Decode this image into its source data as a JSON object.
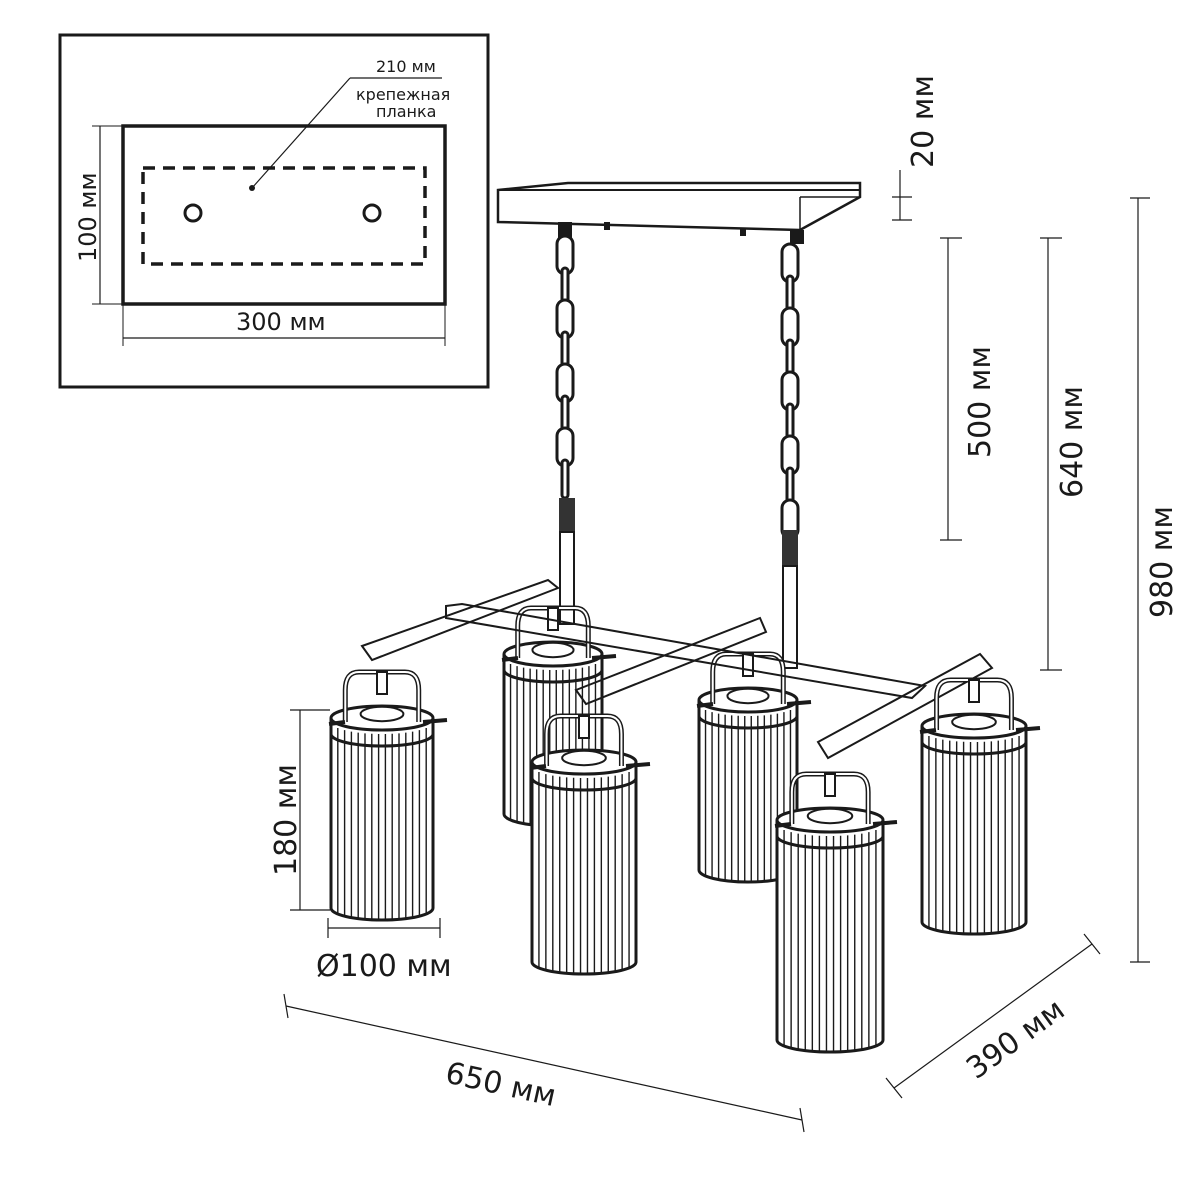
{
  "inset": {
    "plate_label_top": "210 мм",
    "plate_label_line1": "крепежная",
    "plate_label_line2": "планка",
    "height_label": "100 мм",
    "width_label": "300 мм"
  },
  "dimensions": {
    "canopy_height": "20 мм",
    "chain_length": "500 мм",
    "drop_to_frame": "640 мм",
    "total_height": "980 мм",
    "shade_height": "180 мм",
    "shade_diameter": "Ø100 мм",
    "length": "650 мм",
    "depth": "390 мм"
  }
}
